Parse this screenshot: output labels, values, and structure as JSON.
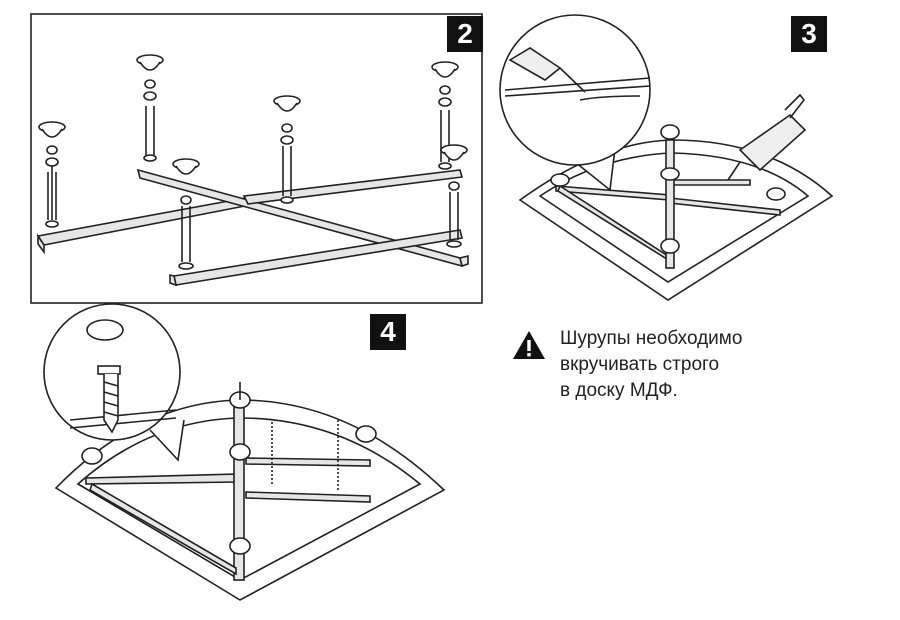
{
  "steps": [
    {
      "number": "2"
    },
    {
      "number": "3"
    },
    {
      "number": "4"
    }
  ],
  "warning": {
    "icon": "warning-triangle-icon",
    "lines": [
      "Шурупы необходимо",
      "вкручивать строго",
      "в доску МДФ."
    ]
  },
  "colors": {
    "line": "#222222",
    "badge_bg": "#111111",
    "frame_fill": "#e6e6e6"
  }
}
